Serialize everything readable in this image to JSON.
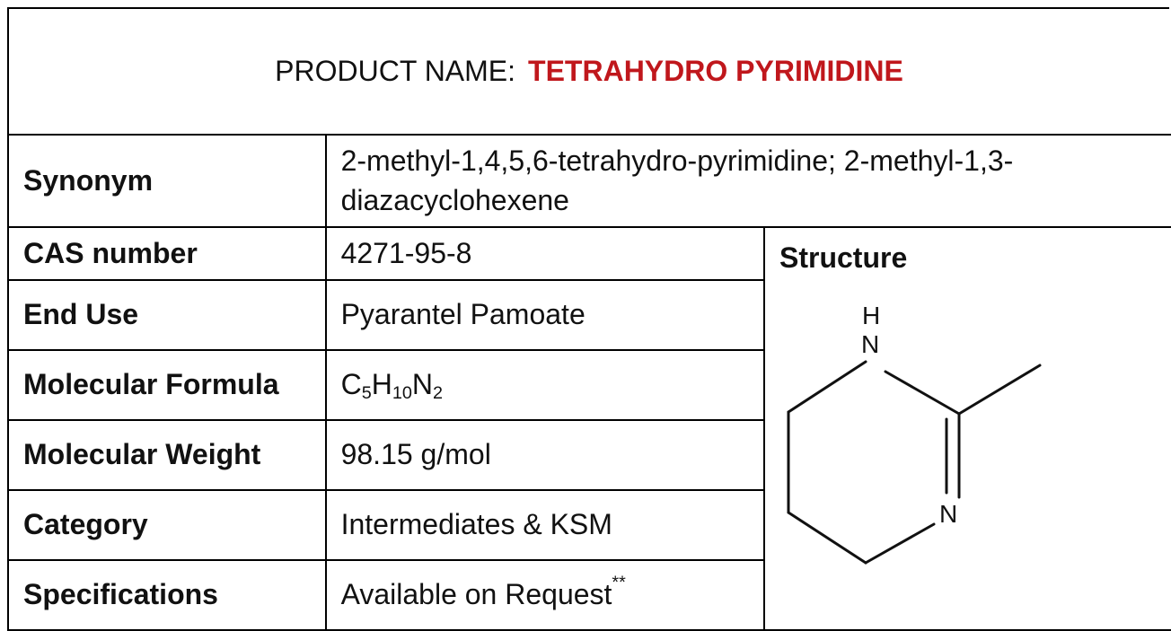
{
  "title": {
    "label": "PRODUCT NAME:",
    "value": "TETRAHYDRO PYRIMIDINE"
  },
  "rows": {
    "synonym": {
      "key": "Synonym",
      "value": "2-methyl-1,4,5,6-tetrahydro-pyrimidine; 2-methyl-1,3-diazacyclohexene"
    },
    "cas": {
      "key": "CAS number",
      "value": "4271-95-8"
    },
    "end_use": {
      "key": "End Use",
      "value": "Pyarantel Pamoate"
    },
    "formula": {
      "key": "Molecular Formula",
      "parts": [
        "C",
        "5",
        "H",
        "10",
        "N",
        "2"
      ]
    },
    "weight": {
      "key": "Molecular Weight",
      "value": "98.15 g/mol"
    },
    "category": {
      "key": "Category",
      "value": "Intermediates & KSM"
    },
    "specifications": {
      "key": "Specifications",
      "value": "Available on Request",
      "mark": "**"
    }
  },
  "structure": {
    "label": "Structure",
    "atoms": {
      "h": "H",
      "n_top": "N",
      "n_bottom": "N"
    }
  }
}
